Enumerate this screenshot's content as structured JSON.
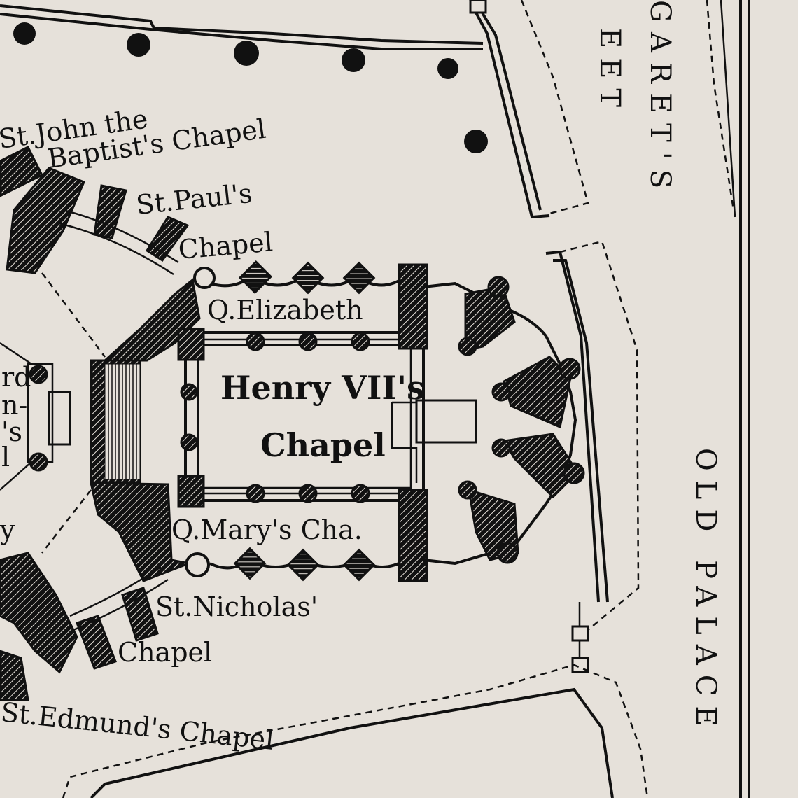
{
  "colors": {
    "paper": "#e6e1da",
    "ink": "#111111"
  },
  "labels": {
    "st_john_line1": "St.John the",
    "st_john_line2": "Baptist's Chapel",
    "st_pauls_line1": "St.Paul's",
    "st_pauls_line2": "Chapel",
    "q_elizabeth": "Q.Elizabeth",
    "henry_line1": "Henry VII's",
    "henry_line2": "Chapel",
    "q_marys": "Q.Mary's Cha.",
    "st_nicholas_line1": "St.Nicholas'",
    "st_nicholas_line2": "Chapel",
    "st_edmunds": "St.Edmund's Chapel",
    "st_margarets_street": "GARET'S",
    "street_fragment": "EET",
    "old_palace": "OLD PALACE",
    "left_fragments": [
      "rd",
      "n-",
      "'s",
      "l",
      "y"
    ]
  },
  "icons": [
    "tree-icon"
  ]
}
